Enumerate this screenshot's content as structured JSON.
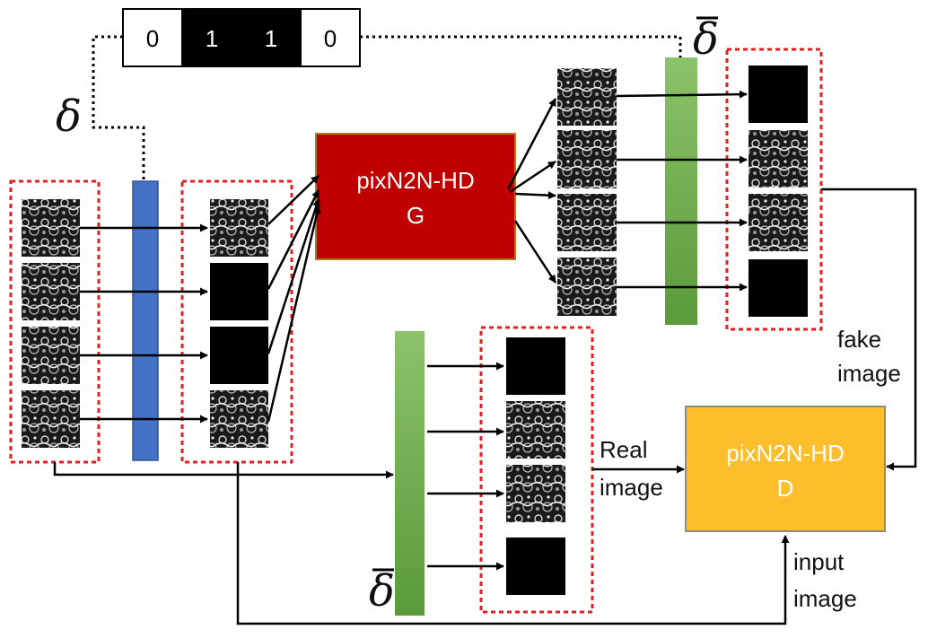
{
  "mask": {
    "bits": [
      "0",
      "1",
      "1",
      "0"
    ],
    "fill_on": "#000000",
    "fill_off": "#ffffff"
  },
  "delta_symbol": "δ",
  "generator": {
    "line1": "pixN2N-HD",
    "line2": "G",
    "color": "#c00000",
    "border": "#a08020"
  },
  "discriminator": {
    "line1": "pixN2N-HD",
    "line2": "D",
    "color": "#fcbf2b",
    "border": "#8a8a8a"
  },
  "labels": {
    "fake1": "fake",
    "fake2": "image",
    "real1": "Real",
    "real2": "image",
    "input1": "input",
    "input2": "image"
  },
  "colors": {
    "dropout_bar": "#4472c4",
    "mask_bar": "#70ad47",
    "dashed_box": "#e02020"
  },
  "tiles": {
    "input_set": [
      "texture",
      "texture",
      "texture",
      "texture"
    ],
    "masked_input_set": [
      "texture",
      "black",
      "black",
      "texture"
    ],
    "generated_set": [
      "texture",
      "texture",
      "texture",
      "texture"
    ],
    "fake_set": [
      "black",
      "texture",
      "texture",
      "black"
    ],
    "real_set": [
      "black",
      "texture",
      "texture",
      "black"
    ]
  }
}
